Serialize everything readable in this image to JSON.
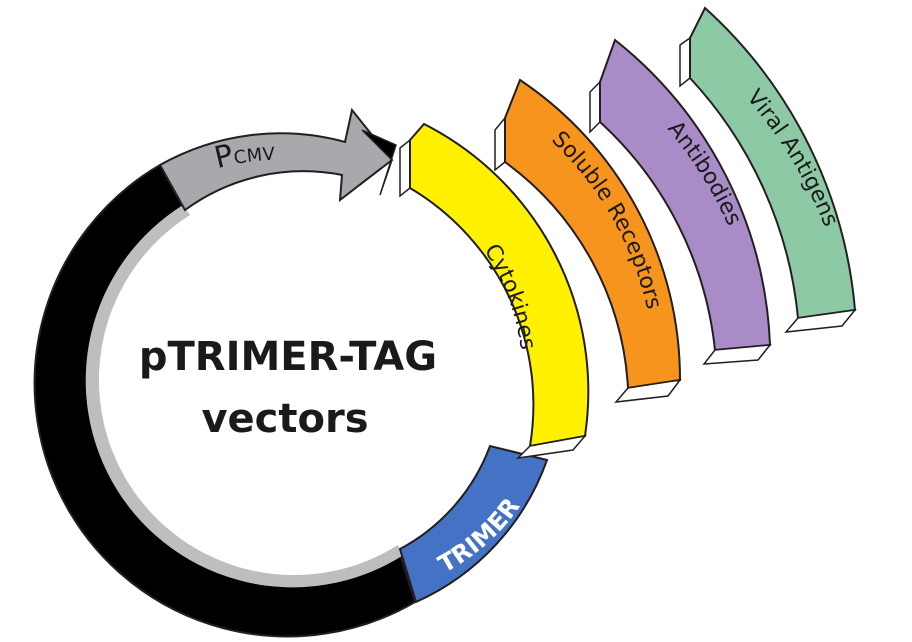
{
  "title": {
    "line1": "pTRIMER-TAG",
    "line2": "vectors"
  },
  "promoter": {
    "big": "P",
    "small": "CMV"
  },
  "segments": {
    "trimer": "TRIMER",
    "cytokines": "Cytokines",
    "soluble_receptors": "Soluble Receptors",
    "antibodies": "Antibodies",
    "viral_antigens": "Viral Antigens"
  },
  "colors": {
    "backbone": "#000000",
    "promoter": "#a7a9ac",
    "inner_ring": "#bcbec0",
    "trimer": "#4472c4",
    "cytokines": "#fff100",
    "soluble_receptors": "#f7941d",
    "antibodies": "#a88bc7",
    "viral_antigens": "#8cc9a4",
    "outline": "#231f20"
  }
}
